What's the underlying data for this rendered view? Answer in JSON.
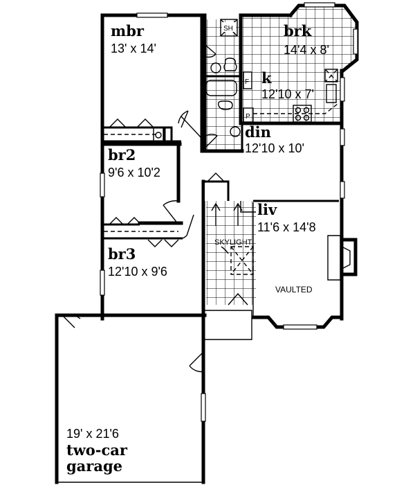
{
  "plan": {
    "rooms": {
      "mbr": {
        "name": "mbr",
        "dims": "13' x 14'"
      },
      "brk": {
        "name": "brk",
        "dims": "14'4 x 8'"
      },
      "k": {
        "name": "k",
        "dims": "12'10 x 7'"
      },
      "din": {
        "name": "din",
        "dims": "12'10 x 10'"
      },
      "br2": {
        "name": "br2",
        "dims": "9'6 x 10'2"
      },
      "br3": {
        "name": "br3",
        "dims": "12'10 x 9'6"
      },
      "liv": {
        "name": "liv",
        "dims": "11'6 x 14'8",
        "note": "VAULTED"
      },
      "garage": {
        "dims": "19' x 21'6",
        "name_line1": "two-car",
        "name_line2": "garage"
      }
    },
    "labels": {
      "skylight": "SKYLIGHT",
      "shower": "SH",
      "fridge": "F",
      "pantry": "P"
    },
    "colors": {
      "ink": "#000000",
      "paper": "#ffffff"
    }
  }
}
